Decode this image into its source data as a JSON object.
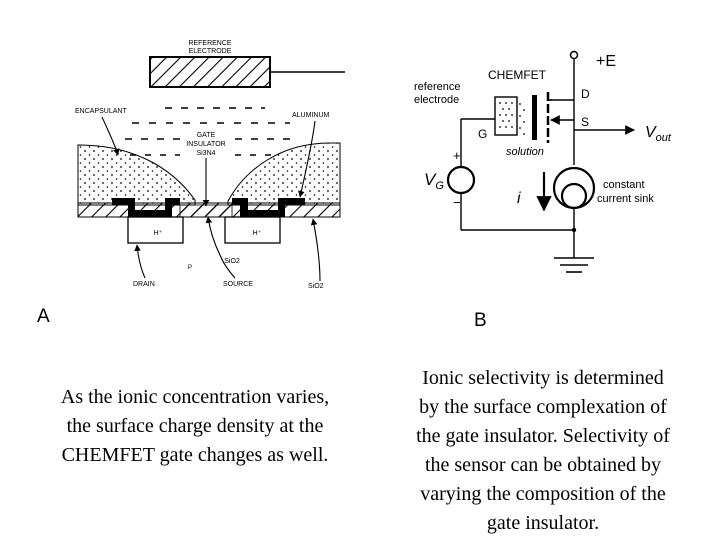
{
  "figure_a": {
    "panel_letter": "A",
    "labels": {
      "reference_electrode_1": "REFERENCE",
      "reference_electrode_2": "ELECTRODE",
      "encapsulant": "ENCAPSULANT",
      "aluminum": "ALUMINUM",
      "gate_insulator_1": "GATE",
      "gate_insulator_2": "INSULATOR",
      "gate_insulator_3": "Si3N4",
      "h_plus_left": "H⁺",
      "h_plus_right": "H⁺",
      "sio2_center": "SiO2",
      "p_region": "P",
      "drain": "DRAIN",
      "source": "SOURCE",
      "sio2_right": "SiO2"
    }
  },
  "figure_b": {
    "panel_letter": "B",
    "labels": {
      "chemfet": "CHEMFET",
      "plus_e": "+E",
      "reference_1": "reference",
      "reference_2": "electrode",
      "d": "D",
      "g": "G",
      "s": "S",
      "v_out": "V",
      "v_out_sub": "out",
      "solution": "solution",
      "v_g": "V",
      "v_g_sub": "G",
      "plus": "+",
      "minus": "−",
      "i": "i",
      "constant_1": "constant",
      "constant_2": "current sink"
    }
  },
  "captions": {
    "left": [
      "As the ionic concentration varies,",
      "the surface charge density at the",
      "CHEMFET gate changes as well."
    ],
    "right": [
      "Ionic selectivity is determined",
      "by the surface complexation of",
      "the gate insulator. Selectivity of",
      "the sensor can be obtained by",
      "varying the composition of the",
      "gate insulator."
    ]
  }
}
